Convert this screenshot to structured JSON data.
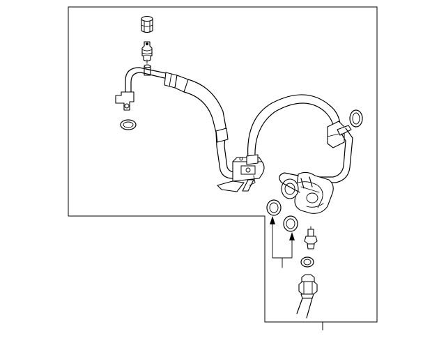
{
  "diagram": {
    "type": "exploded-parts-diagram",
    "subject": "air-conditioning-hose-assembly",
    "line_color": "#000000",
    "background_color": "#ffffff",
    "callouts": [],
    "parts": [
      {
        "id": "cap",
        "icon": "service-valve-cap-icon"
      },
      {
        "id": "valve-core",
        "icon": "valve-core-icon"
      },
      {
        "id": "hose-assembly",
        "icon": "ac-hose-assembly-icon"
      },
      {
        "id": "o-ring-upper-left",
        "icon": "o-ring-icon"
      },
      {
        "id": "o-ring-right",
        "icon": "o-ring-icon"
      },
      {
        "id": "o-ring-pair",
        "icon": "o-ring-icon"
      },
      {
        "id": "pressure-switch",
        "icon": "pressure-switch-icon"
      },
      {
        "id": "o-ring-lower",
        "icon": "o-ring-icon"
      },
      {
        "id": "connector",
        "icon": "hex-connector-icon"
      }
    ]
  }
}
